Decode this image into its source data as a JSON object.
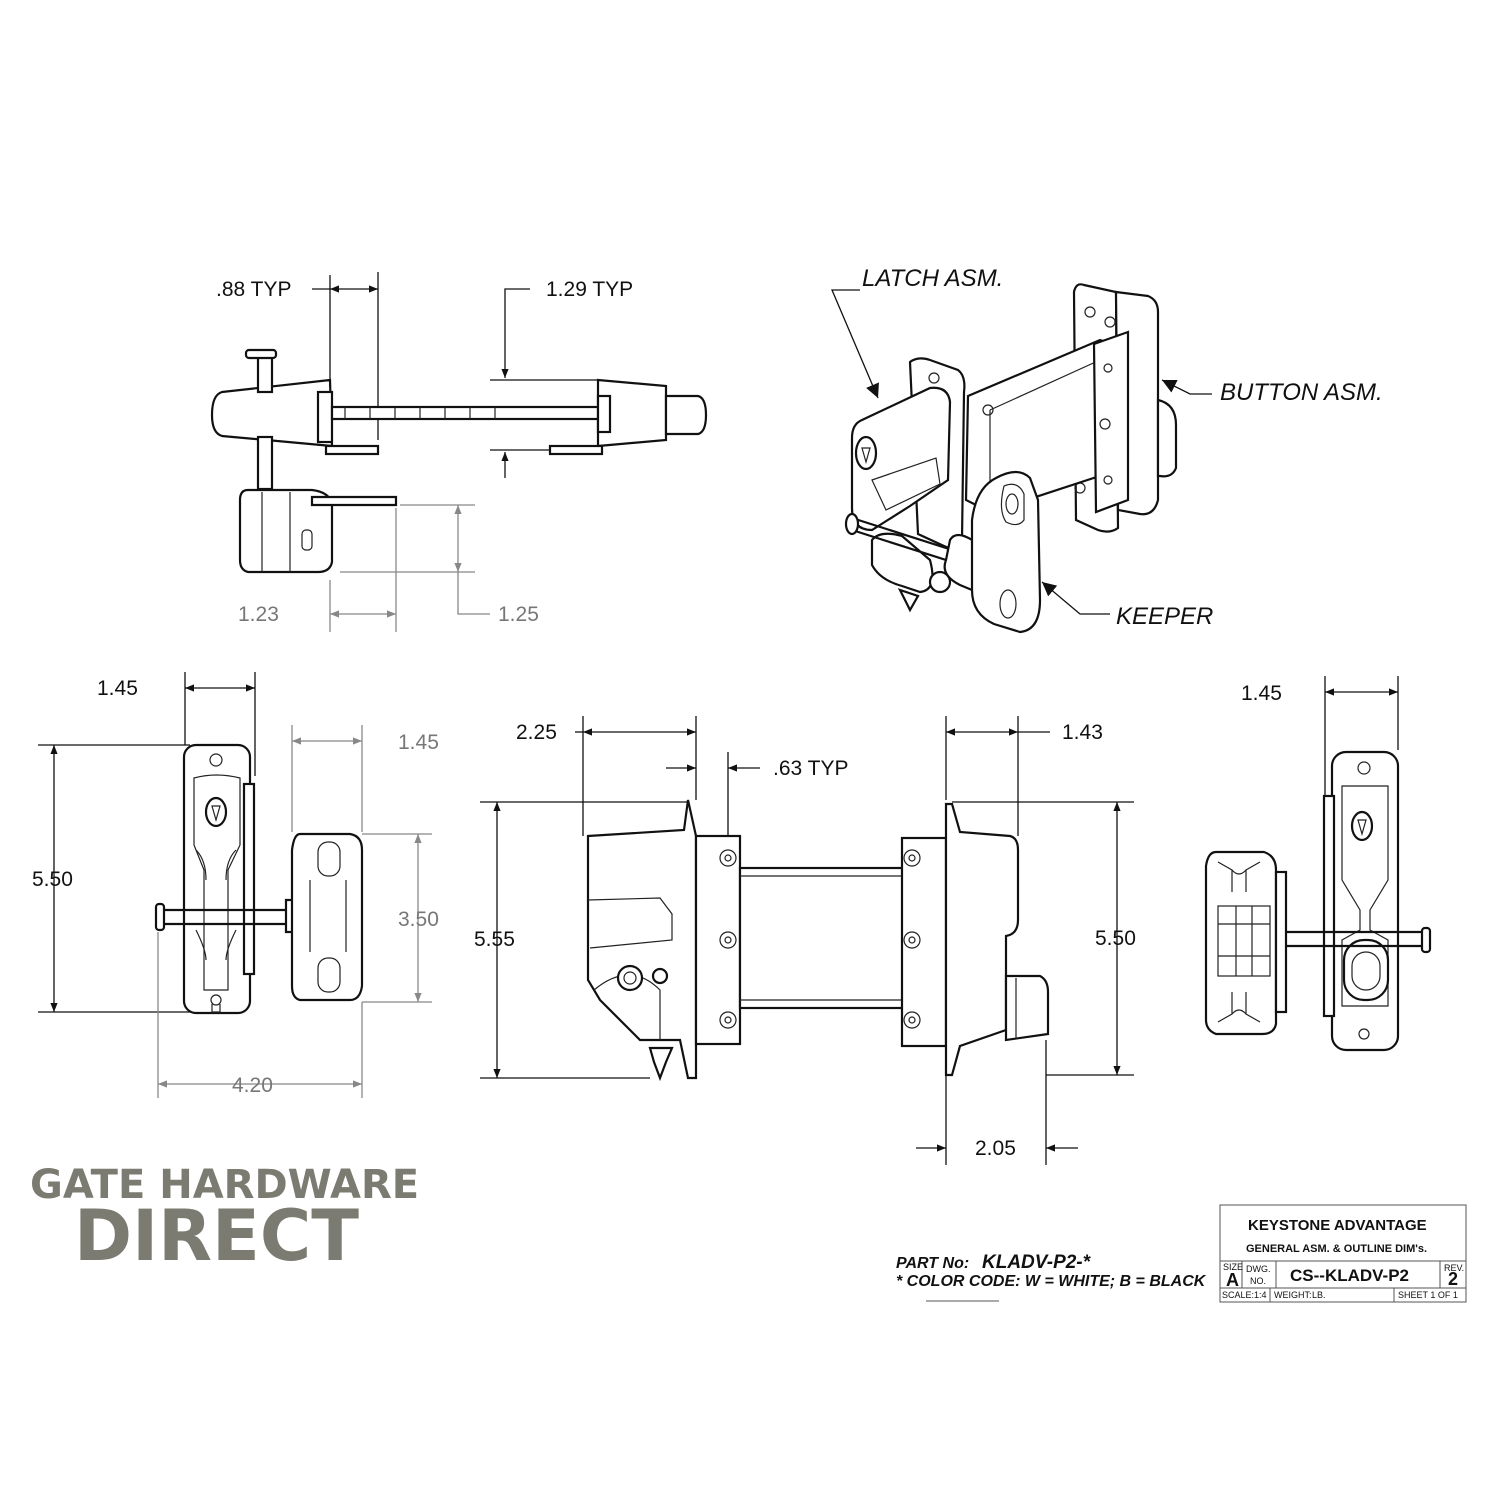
{
  "dimensions": {
    "top_typ_088": ".88 TYP",
    "top_typ_129": "1.29 TYP",
    "top_123": "1.23",
    "top_125": "1.25",
    "left_145_top": "1.45",
    "left_550": "5.50",
    "left_145_keeper": "1.45",
    "left_350": "3.50",
    "left_420": "4.20",
    "front_225": "2.25",
    "front_063": ".63 TYP",
    "front_555": "5.55",
    "front_143": "1.43",
    "front_550": "5.50",
    "front_205": "2.05",
    "right_145": "1.45"
  },
  "callouts": {
    "latch": "LATCH ASM.",
    "button": "BUTTON ASM.",
    "keeper": "KEEPER"
  },
  "logo": {
    "line1": "GATE HARDWARE",
    "line2": "DIRECT"
  },
  "part": {
    "label": "PART No:",
    "number": "KLADV-P2-*",
    "color_code": "* COLOR CODE:  W = WHITE;  B = BLACK"
  },
  "title_block": {
    "company": "KEYSTONE ADVANTAGE",
    "description": "GENERAL ASM. & OUTLINE DIM's.",
    "size_label": "SIZE",
    "size_value": "A",
    "dwg_label_1": "DWG.",
    "dwg_label_2": "NO.",
    "dwg_no": "CS--KLADV-P2",
    "rev_label": "REV.",
    "rev_value": "2",
    "scale": "SCALE:1:4",
    "weight_label": "WEIGHT:",
    "weight_unit": "LB.",
    "sheet": "SHEET 1 OF 1"
  }
}
